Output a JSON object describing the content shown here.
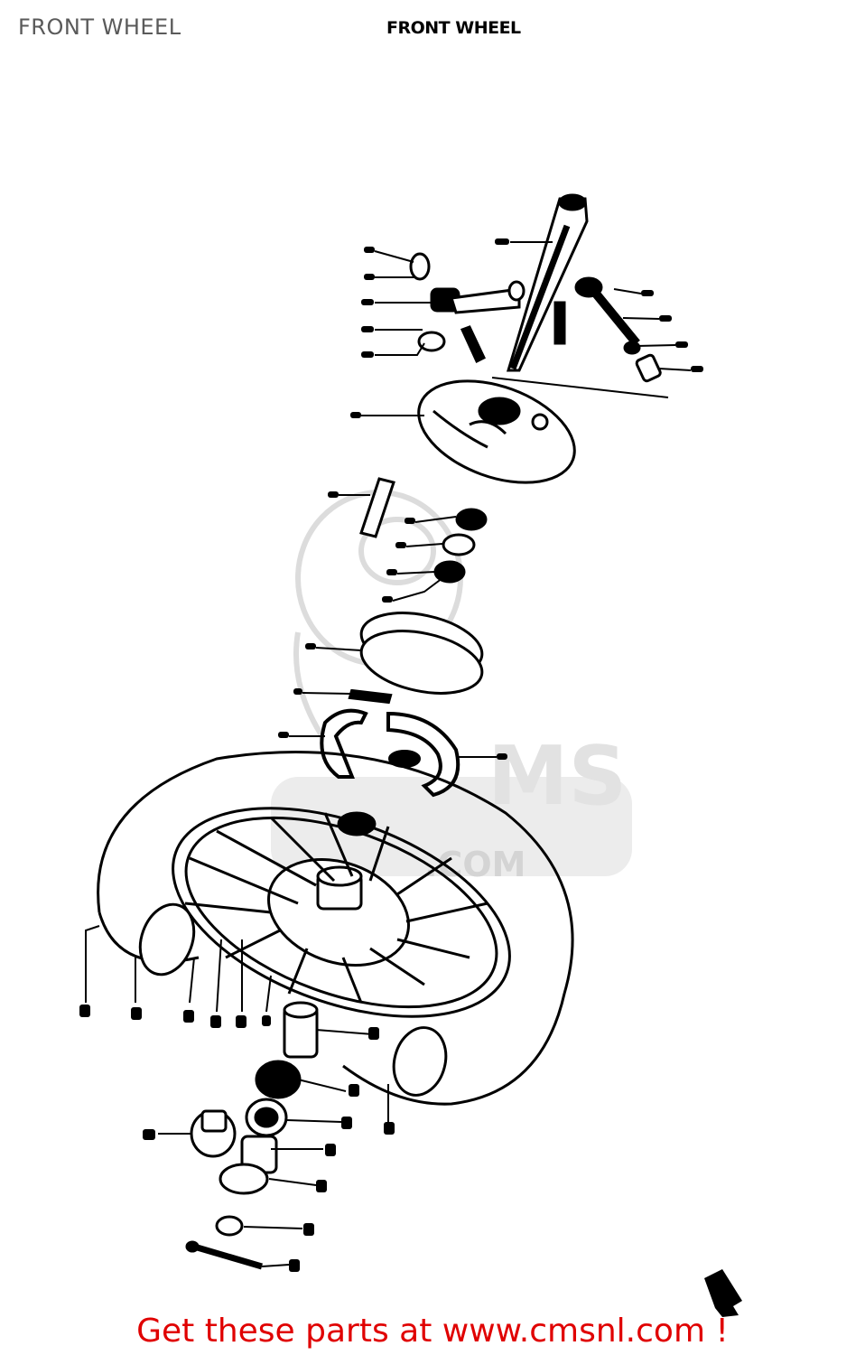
{
  "header": {
    "page_title": "FRONT WHEEL",
    "diagram_heading": "FRONT WHEEL"
  },
  "diagram": {
    "name": "front-wheel-exploded-view",
    "watermark_text": "CMS WWW.CMSNL.COM"
  },
  "footer": {
    "link_text": "Get these parts at www.cmsnl.com !"
  },
  "colors": {
    "ink": "#000000",
    "title_gray": "#5a5a5a",
    "footer_red": "#e00000",
    "watermark_gray": "#d9d9d9"
  }
}
